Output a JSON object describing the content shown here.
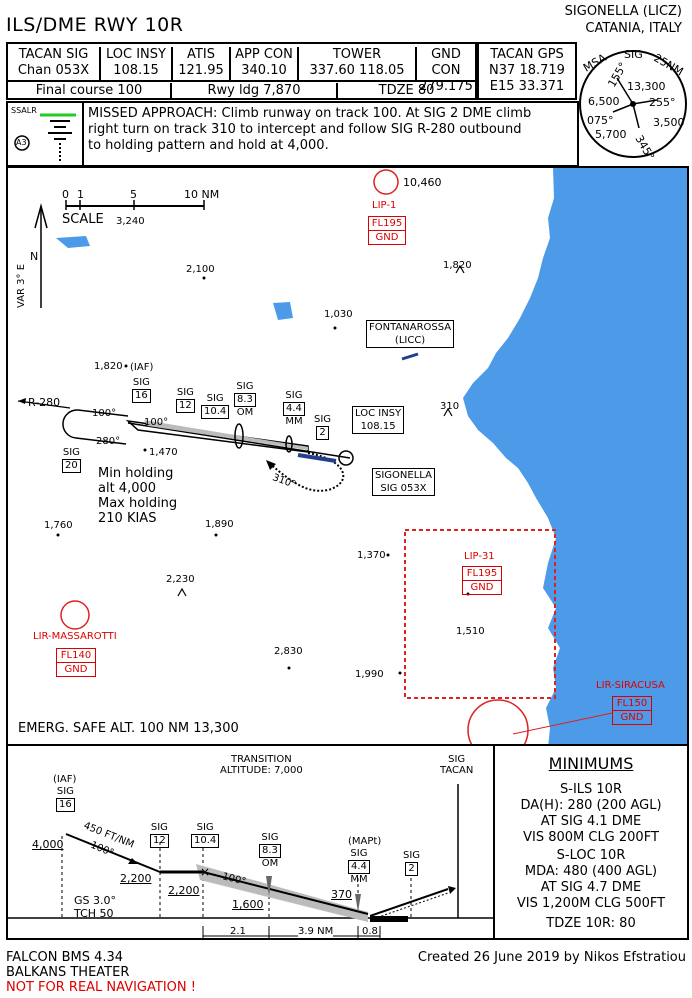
{
  "header": {
    "title": "ILS/DME RWY 10R",
    "airport": "SIGONELLA (LICZ)",
    "location": "CATANIA, ITALY"
  },
  "freqs": [
    {
      "label": "TACAN SIG",
      "value": "Chan 053X"
    },
    {
      "label": "LOC INSY",
      "value": "108.15"
    },
    {
      "label": "ATIS",
      "value": "121.95"
    },
    {
      "label": "APP CON",
      "value": "340.10"
    },
    {
      "label": "TOWER",
      "value": "337.60 118.05"
    },
    {
      "label": "GND CON",
      "value": "279.175"
    }
  ],
  "tacan_gps": {
    "label": "TACAN GPS",
    "lat": "N37 18.719",
    "lon": "E15 33.371"
  },
  "info": {
    "final_course": "Final course 100",
    "rwy_ldg": "Rwy ldg 7,870",
    "tdze": "TDZE 80"
  },
  "msa": {
    "label": "MSA",
    "sig": "SIG",
    "radius": "25NM",
    "b155": "155°",
    "b255": "255°",
    "b075": "075°",
    "b345": "345°",
    "alt_n": "13,300",
    "alt_w": "6,500",
    "alt_e": "3,500",
    "alt_s": "5,700"
  },
  "lighting": {
    "label": "SSALR",
    "code": "A3"
  },
  "missed_approach": {
    "line1": "MISSED APPROACH: Climb runway on track 100. At SIG 2 DME climb",
    "line2": "right turn on track 310 to intercept and follow SIG R-280 outbound",
    "line3": "to holding pattern and hold at 4,000."
  },
  "plan": {
    "scale_ticks": [
      "0",
      "1",
      "5",
      "10 NM"
    ],
    "scale_label": "SCALE",
    "var": "VAR 3° E",
    "north": "N",
    "elevations": [
      "10,460",
      "3,240",
      "2,100",
      "1,820",
      "1,030",
      "1,820",
      "1,470",
      "310",
      "1,760",
      "1,890",
      "1,370",
      "2,230",
      "1,510",
      "2,830",
      "1,990"
    ],
    "areas": [
      {
        "name": "LIP-1",
        "fl": "FL195",
        "floor": "GND"
      },
      {
        "name": "LIP-31",
        "fl": "FL195",
        "floor": "GND"
      },
      {
        "name": "LIR-MASSAROTTI",
        "fl": "FL140",
        "floor": "GND"
      },
      {
        "name": "LIR-SIRACUSA",
        "fl": "FL150",
        "floor": "GND"
      }
    ],
    "fontanarossa": {
      "name": "FONTANAROSSA",
      "code": "(LICC)"
    },
    "loc_box": {
      "name": "LOC INSY",
      "freq": "108.15"
    },
    "sig_box": {
      "name": "SIGONELLA",
      "chan": "SIG 053X"
    },
    "iaf": "(IAF)",
    "radial": "R-280",
    "trk100": "100°",
    "trk280": "280°",
    "trk310": "310°",
    "fixes": [
      {
        "sig": "SIG",
        "dme": "16",
        "role": ""
      },
      {
        "sig": "SIG",
        "dme": "12",
        "role": ""
      },
      {
        "sig": "SIG",
        "dme": "10.4",
        "role": ""
      },
      {
        "sig": "SIG",
        "dme": "8.3",
        "role": "OM"
      },
      {
        "sig": "SIG",
        "dme": "4.4",
        "role": "MM"
      },
      {
        "sig": "SIG",
        "dme": "2",
        "role": ""
      },
      {
        "sig": "SIG",
        "dme": "20",
        "role": ""
      }
    ],
    "holding": [
      "Min holding",
      "alt 4,000",
      "Max holding",
      "210 KIAS"
    ],
    "emerg": "EMERG. SAFE ALT. 100 NM 13,300"
  },
  "profile": {
    "transition": "TRANSITION",
    "trans_alt": "ALTITUDE: 7,000",
    "iaf": "(IAF)",
    "mapt": "(MAPt)",
    "sig_tacan": [
      "SIG",
      "TACAN"
    ],
    "fixes": [
      "16",
      "12",
      "10.4",
      "8.3",
      "4.4",
      "2"
    ],
    "om": "OM",
    "mm": "MM",
    "alts": [
      "4,000",
      "2,200",
      "2,200",
      "1,600",
      "370"
    ],
    "descent": "450 FT/NM",
    "crs": "100°",
    "crs2": "100°",
    "gs": "GS 3.0°",
    "tch": "TCH 50",
    "dist1": "2.1",
    "dist2": "3.9 NM",
    "dist3": "0.8"
  },
  "minimums": {
    "title": "MINIMUMS",
    "ils_title": "S-ILS 10R",
    "ils_da": "DA(H):  280 (200 AGL)",
    "ils_at": "AT SIG 4.1 DME",
    "ils_vis": "VIS 800M CLG 200FT",
    "loc_title": "S-LOC 10R",
    "loc_mda": "MDA: 480 (400 AGL)",
    "loc_at": "AT SIG 4.7 DME",
    "loc_vis": "VIS 1,200M CLG 500FT",
    "tdze": "TDZE 10R:  80"
  },
  "footer": {
    "sim": "FALCON BMS 4.34",
    "theater": "BALKANS THEATER",
    "warning": "NOT FOR REAL NAVIGATION !",
    "created": "Created 26 June 2019 by Nikos Efstratiou"
  },
  "colors": {
    "sea": "#4d9be8",
    "restricted": "#dd2222",
    "ssalr_green": "#22cc22"
  }
}
